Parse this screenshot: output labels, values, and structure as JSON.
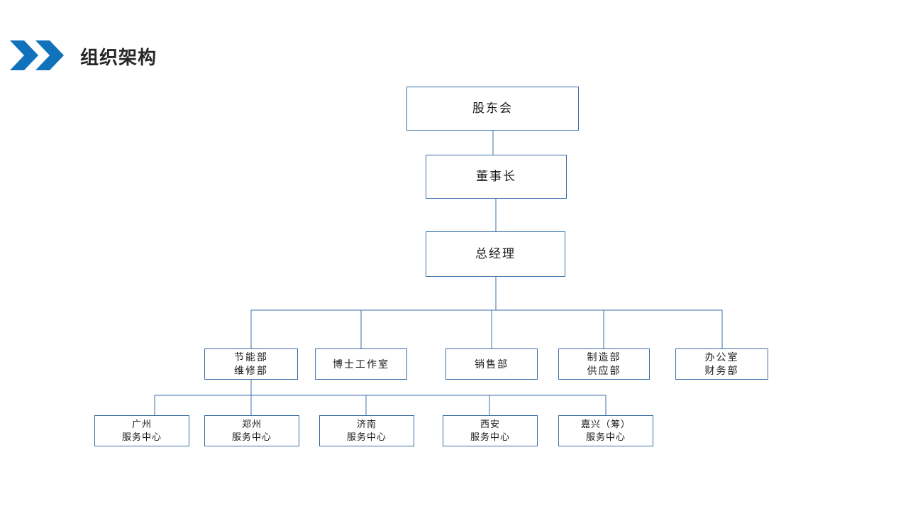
{
  "header": {
    "title": "组织架构",
    "icon": "double-chevron-right-icon",
    "accent_color": "#1072bb",
    "title_color": "#262626"
  },
  "theme": {
    "connector_color": "#3d6fa8",
    "node_border_color": "#3d6fa8",
    "node_fill": "#ffffff",
    "background": "#ffffff"
  },
  "chart_data": {
    "type": "org-chart",
    "title": "组织架构",
    "orientation": "top-down",
    "levels": 5,
    "nodes": [
      {
        "id": "shareholders",
        "label": "股东会",
        "lines": [
          "股东会"
        ],
        "level": 1,
        "parent": null
      },
      {
        "id": "chairman",
        "label": "董事长",
        "lines": [
          "董事长"
        ],
        "level": 2,
        "parent": "shareholders"
      },
      {
        "id": "general-manager",
        "label": "总经理",
        "lines": [
          "总经理"
        ],
        "level": 3,
        "parent": "chairman"
      },
      {
        "id": "energy-maintenance",
        "label": "节能部 维修部",
        "lines": [
          "节能部",
          "维修部"
        ],
        "level": 4,
        "parent": "general-manager"
      },
      {
        "id": "doctoral-studio",
        "label": "博士工作室",
        "lines": [
          "博士工作室"
        ],
        "level": 4,
        "parent": "general-manager"
      },
      {
        "id": "sales",
        "label": "销售部",
        "lines": [
          "销售部"
        ],
        "level": 4,
        "parent": "general-manager"
      },
      {
        "id": "manufacturing-supply",
        "label": "制造部 供应部",
        "lines": [
          "制造部",
          "供应部"
        ],
        "level": 4,
        "parent": "general-manager"
      },
      {
        "id": "office-finance",
        "label": "办公室 财务部",
        "lines": [
          "办公室",
          "财务部"
        ],
        "level": 4,
        "parent": "general-manager"
      },
      {
        "id": "guangzhou-center",
        "label": "广州 服务中心",
        "lines": [
          "广州",
          "服务中心"
        ],
        "level": 5,
        "parent": "energy-maintenance"
      },
      {
        "id": "zhengzhou-center",
        "label": "郑州 服务中心",
        "lines": [
          "郑州",
          "服务中心"
        ],
        "level": 5,
        "parent": "energy-maintenance"
      },
      {
        "id": "jinan-center",
        "label": "济南 服务中心",
        "lines": [
          "济南",
          "服务中心"
        ],
        "level": 5,
        "parent": "energy-maintenance"
      },
      {
        "id": "xian-center",
        "label": "西安 服务中心",
        "lines": [
          "西安",
          "服务中心"
        ],
        "level": 5,
        "parent": "energy-maintenance"
      },
      {
        "id": "jiaxing-center",
        "label": "嘉兴（筹） 服务中心",
        "lines": [
          "嘉兴（筹）",
          "服务中心"
        ],
        "level": 5,
        "parent": "energy-maintenance"
      }
    ]
  },
  "nodes": {
    "shareholders": {
      "l1": "股东会"
    },
    "chairman": {
      "l1": "董事长"
    },
    "general_manager": {
      "l1": "总经理"
    },
    "energy_maintenance": {
      "l1": "节能部",
      "l2": "维修部"
    },
    "doctoral_studio": {
      "l1": "博士工作室"
    },
    "sales": {
      "l1": "销售部"
    },
    "manufacturing_supply": {
      "l1": "制造部",
      "l2": "供应部"
    },
    "office_finance": {
      "l1": "办公室",
      "l2": "财务部"
    },
    "guangzhou_center": {
      "l1": "广州",
      "l2": "服务中心"
    },
    "zhengzhou_center": {
      "l1": "郑州",
      "l2": "服务中心"
    },
    "jinan_center": {
      "l1": "济南",
      "l2": "服务中心"
    },
    "xian_center": {
      "l1": "西安",
      "l2": "服务中心"
    },
    "jiaxing_center": {
      "l1": "嘉兴（筹）",
      "l2": "服务中心"
    }
  }
}
